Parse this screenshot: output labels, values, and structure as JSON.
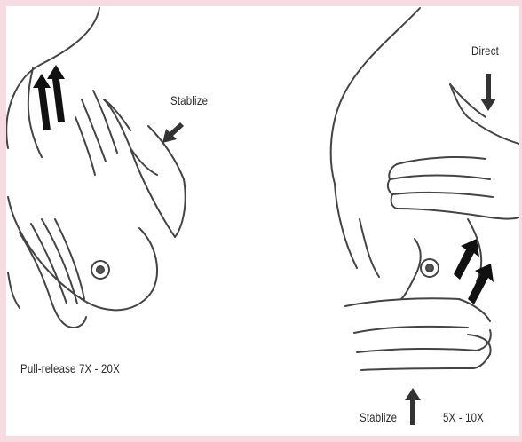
{
  "labels": {
    "stablize_left": "Stablize",
    "pull_release": "Pull-release 7X - 20X",
    "direct": "Direct",
    "stablize_right": "Stablize",
    "count_right": "5X - 10X"
  }
}
